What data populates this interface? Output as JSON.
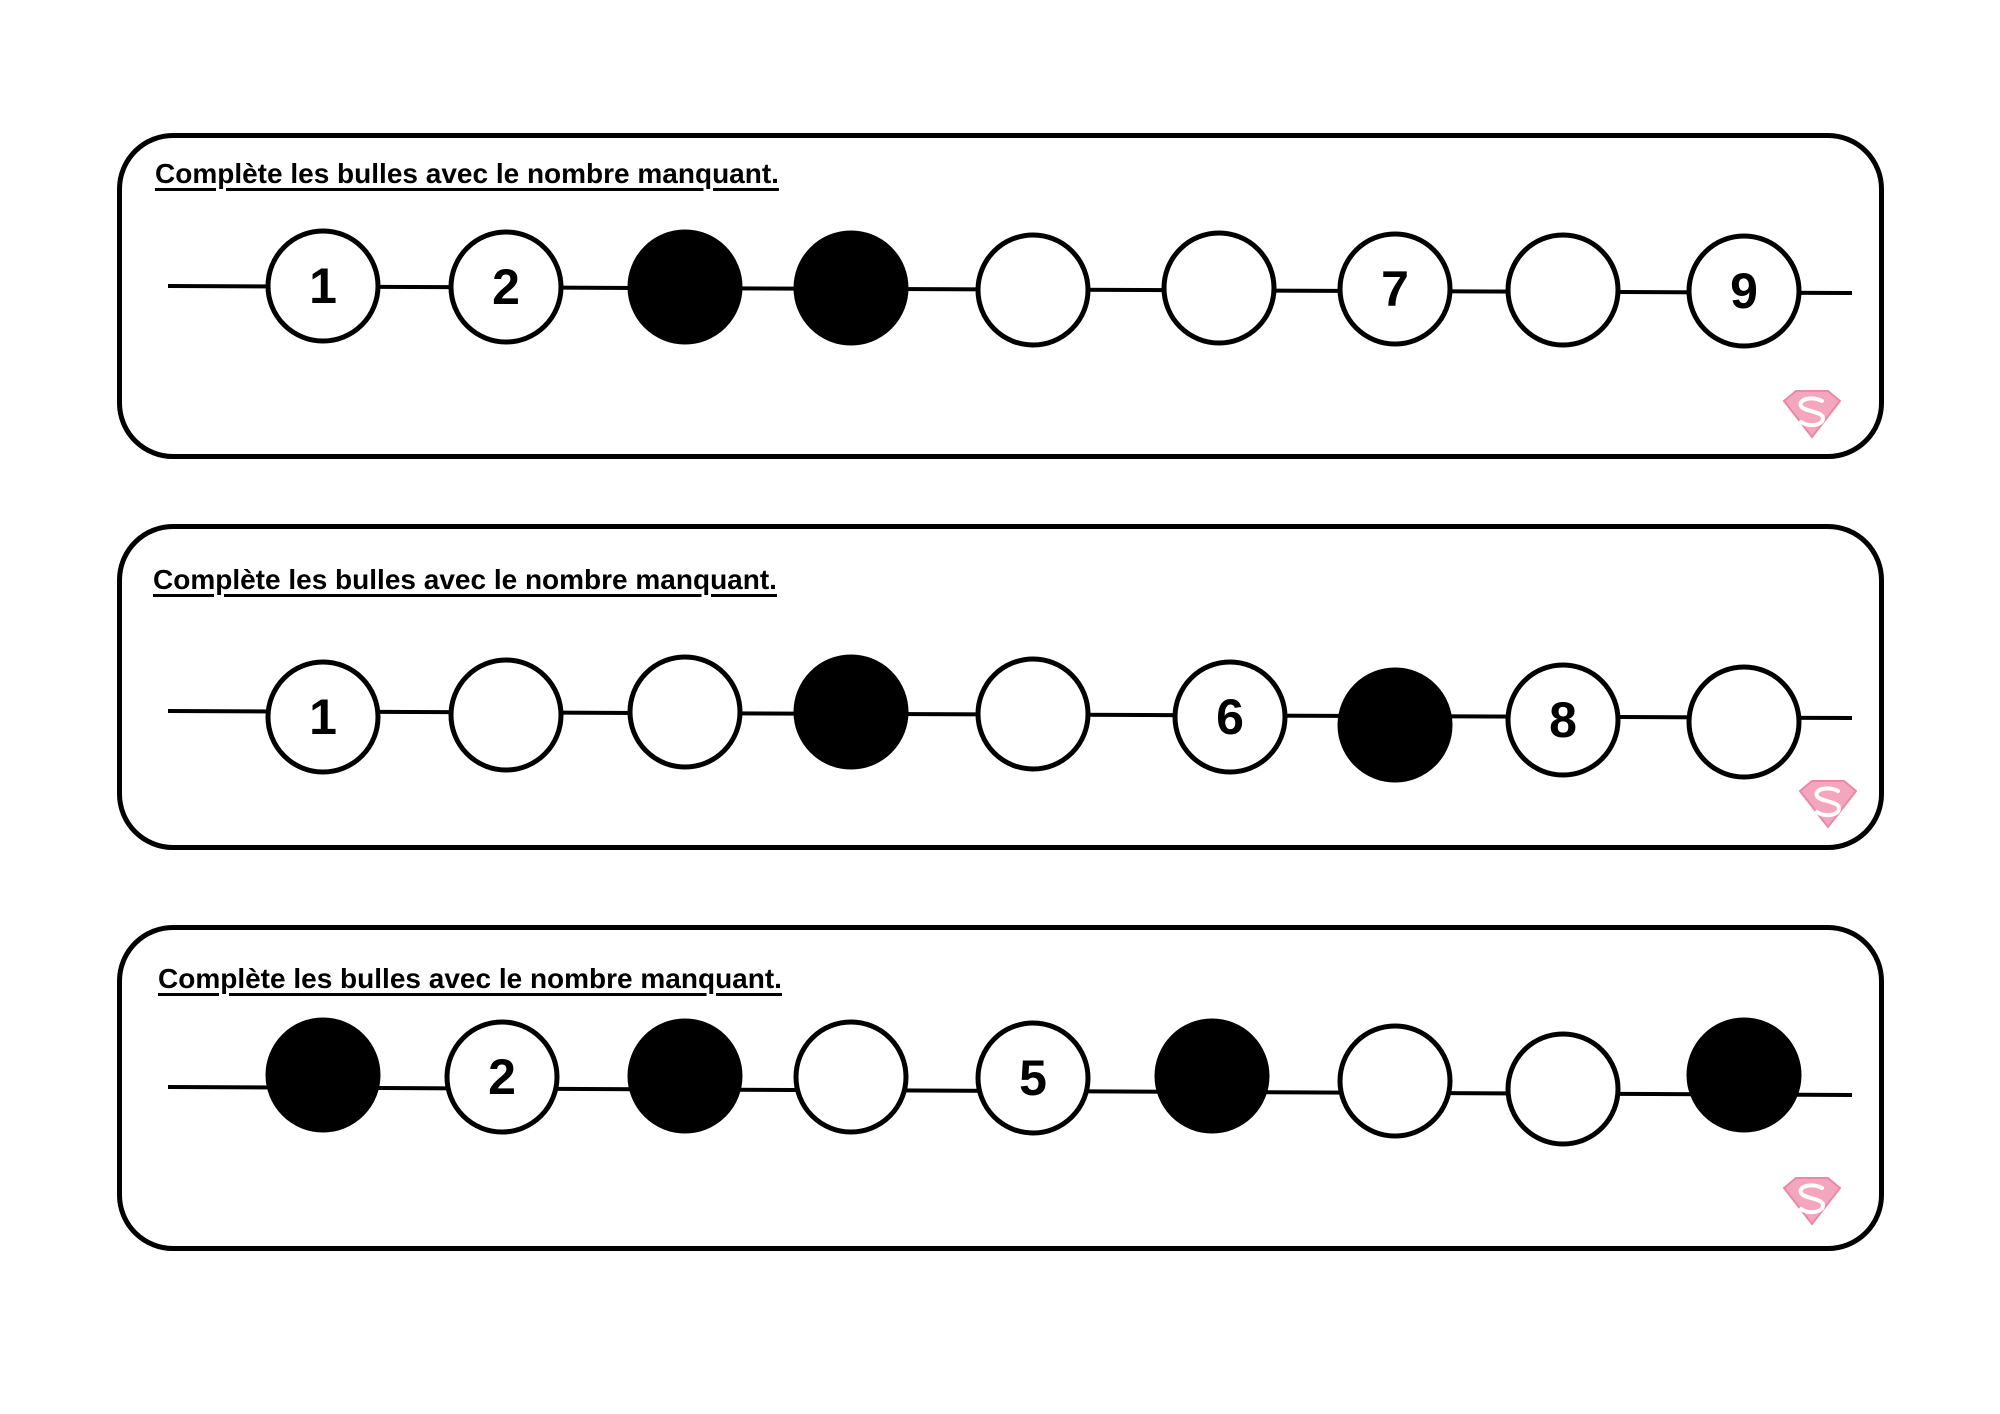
{
  "page": {
    "title": ""
  },
  "exercises": [
    {
      "instruction": "Complète les bulles avec le nombre manquant.",
      "bubbles": [
        {
          "label": "1",
          "state": "number"
        },
        {
          "label": "2",
          "state": "number"
        },
        {
          "label": "",
          "state": "filled"
        },
        {
          "label": "",
          "state": "filled"
        },
        {
          "label": "",
          "state": "empty"
        },
        {
          "label": "",
          "state": "empty"
        },
        {
          "label": "7",
          "state": "number"
        },
        {
          "label": "",
          "state": "empty"
        },
        {
          "label": "9",
          "state": "number"
        }
      ],
      "logo_icon": "superman-shield-icon"
    },
    {
      "instruction": "Complète les bulles avec le nombre manquant.",
      "bubbles": [
        {
          "label": "1",
          "state": "number"
        },
        {
          "label": "",
          "state": "empty"
        },
        {
          "label": "",
          "state": "empty"
        },
        {
          "label": "",
          "state": "filled"
        },
        {
          "label": "",
          "state": "empty"
        },
        {
          "label": "6",
          "state": "number"
        },
        {
          "label": "",
          "state": "filled"
        },
        {
          "label": "8",
          "state": "number"
        },
        {
          "label": "",
          "state": "empty"
        }
      ],
      "logo_icon": "superman-shield-icon"
    },
    {
      "instruction": "Complète les bulles avec le nombre manquant.",
      "bubbles": [
        {
          "label": "",
          "state": "filled"
        },
        {
          "label": "2",
          "state": "number"
        },
        {
          "label": "",
          "state": "filled"
        },
        {
          "label": "",
          "state": "empty"
        },
        {
          "label": "5",
          "state": "number"
        },
        {
          "label": "",
          "state": "filled"
        },
        {
          "label": "",
          "state": "empty"
        },
        {
          "label": "",
          "state": "empty"
        },
        {
          "label": "",
          "state": "filled"
        }
      ],
      "logo_icon": "superman-shield-icon"
    }
  ],
  "colors": {
    "ink": "#000000",
    "paper": "#ffffff",
    "logo_pink": "#f4a6bf",
    "logo_pink_dark": "#e88aa7"
  }
}
